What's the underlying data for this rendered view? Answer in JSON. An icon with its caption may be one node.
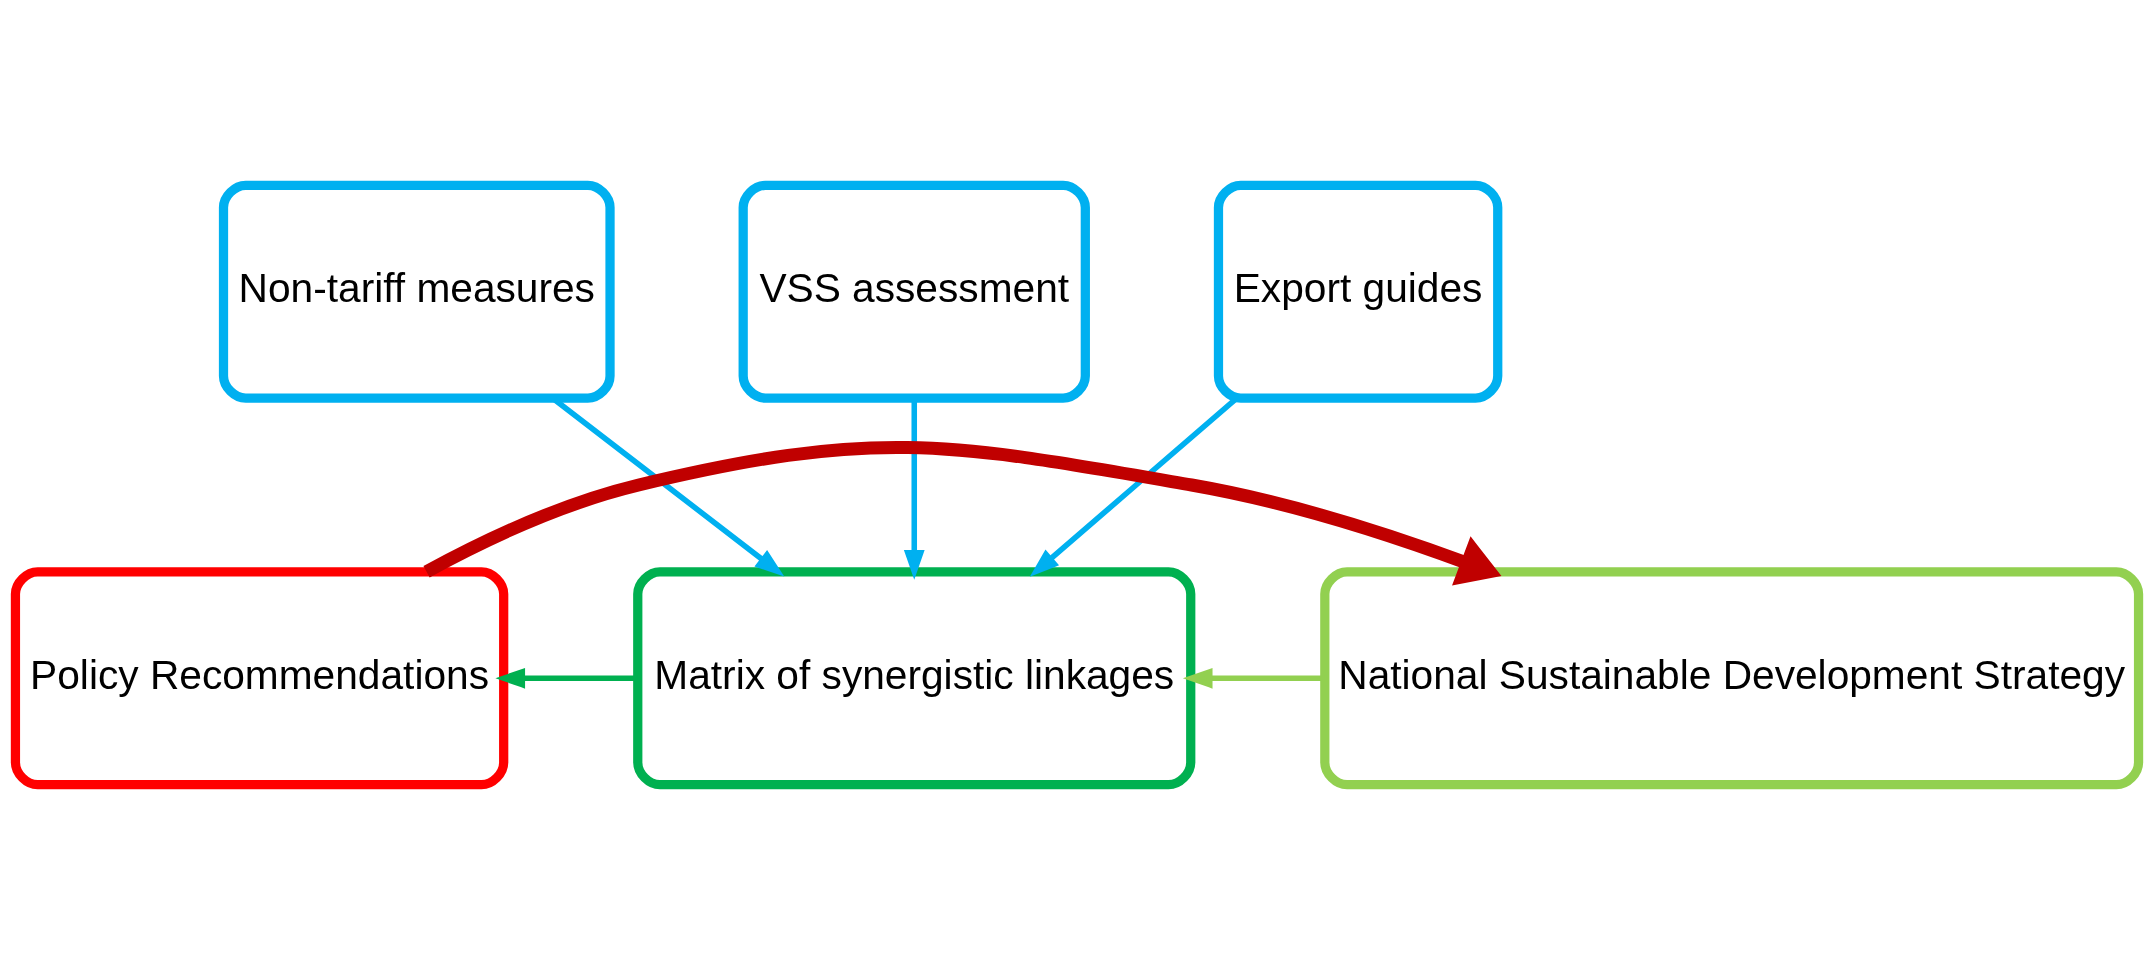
{
  "diagram": {
    "nodes": [
      {
        "text": [
          "Non-tariff measures"
        ]
      },
      {
        "text": [
          "VSS assessment"
        ]
      },
      {
        "text": [
          "Export guides"
        ]
      },
      {
        "text": [
          "Policy Recommendations"
        ]
      },
      {
        "text": [
          "Matrix of synergistic linkages"
        ]
      },
      {
        "text": [
          "National Sustainable Development Strategy"
        ]
      }
    ],
    "edges": [
      {
        "from": 0,
        "to": 4,
        "arrow": "to",
        "color": "#00b0f0"
      },
      {
        "from": 1,
        "to": 4,
        "arrow": "to",
        "color": "#00b0f0"
      },
      {
        "from": 2,
        "to": 4,
        "arrow": "to",
        "color": "#00b0f0"
      },
      {
        "from": 4,
        "to": 3,
        "arrow": "to",
        "color": "#00b050"
      },
      {
        "from": 5,
        "to": 4,
        "arrow": "to",
        "color": "#92d050"
      },
      {
        "from": 3,
        "to": 5,
        "arrow": "to",
        "style": "thick",
        "color": "#c00000"
      }
    ]
  }
}
